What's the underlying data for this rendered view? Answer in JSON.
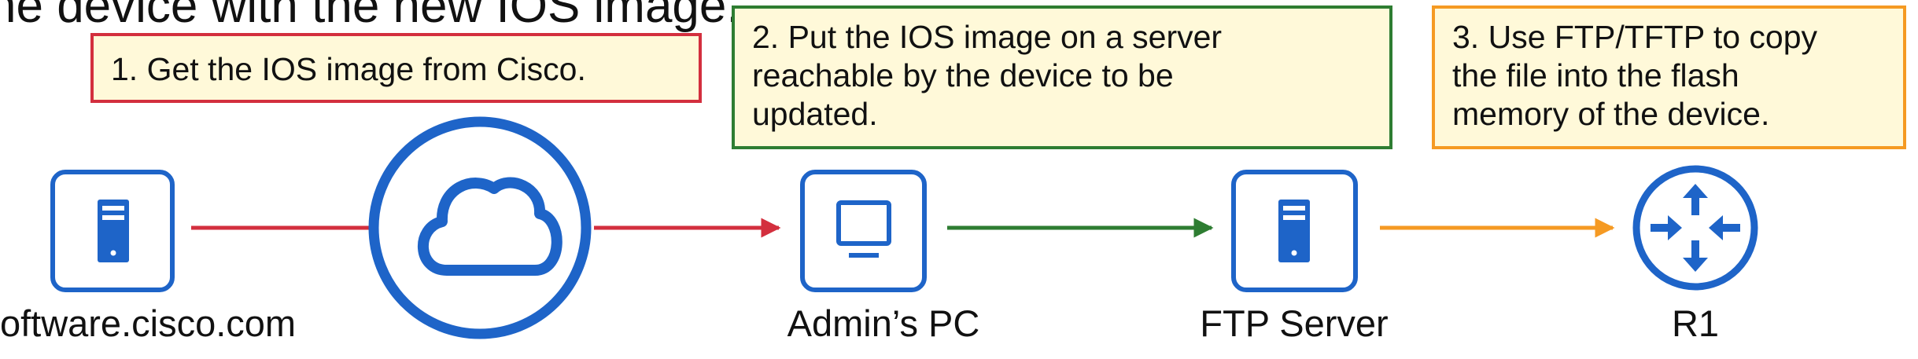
{
  "heading": "he device with the new IOS image.",
  "steps": {
    "get_image": "1. Get the IOS image from Cisco.",
    "put_on_server": "2. Put the IOS image on a server\nreachable by the device to be\nupdated.",
    "copy_to_flash": "3. Use FTP/TFTP to copy\nthe file into the flash\nmemory of the device."
  },
  "nodes": {
    "cisco_site": {
      "label": "oftware.cisco.com",
      "icon": "server-icon"
    },
    "internet": {
      "icon": "cloud-icon"
    },
    "admin_pc": {
      "label": "Admin’s PC",
      "icon": "desktop-icon"
    },
    "ftp_server": {
      "label": "FTP Server",
      "icon": "server-icon"
    },
    "router": {
      "label": "R1",
      "icon": "router-icon"
    }
  },
  "colors": {
    "icon_blue": "#1e64c8",
    "step1_red": "#d32f3e",
    "step2_green": "#2e7d32",
    "step3_orange": "#f59a23",
    "callout_fill": "#fff9d9"
  }
}
